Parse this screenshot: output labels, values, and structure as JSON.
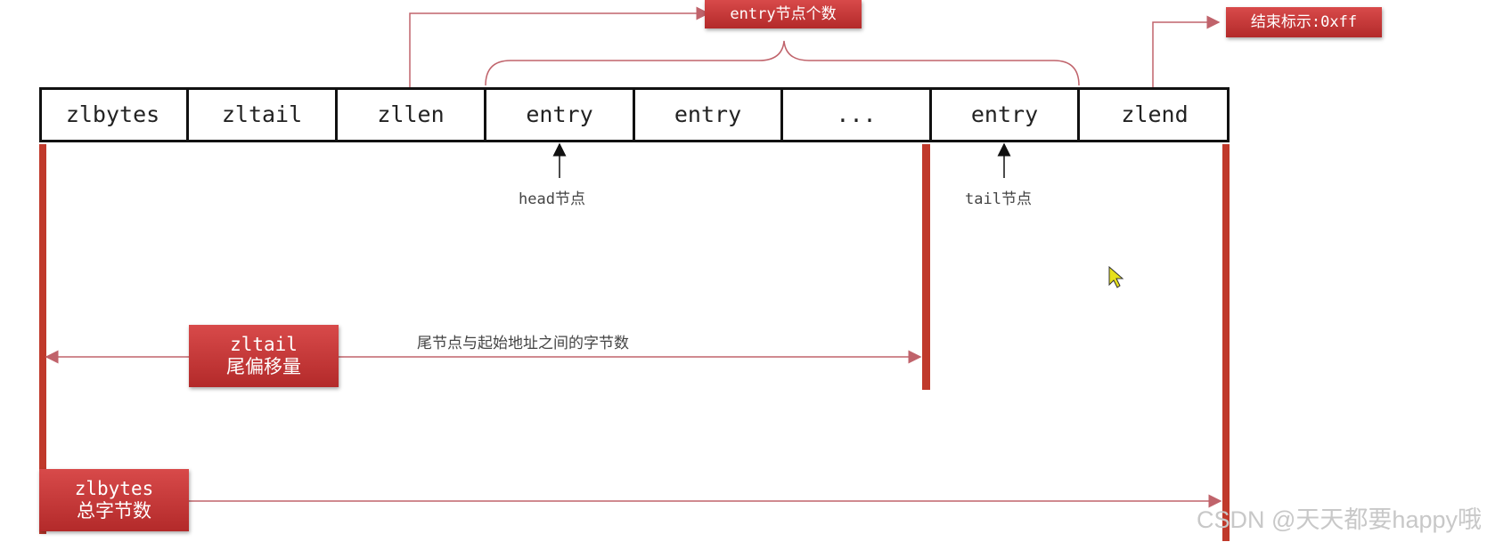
{
  "cells": [
    {
      "label": "zlbytes"
    },
    {
      "label": "zltail"
    },
    {
      "label": "zllen"
    },
    {
      "label": "entry"
    },
    {
      "label": "entry"
    },
    {
      "label": "..."
    },
    {
      "label": "entry"
    },
    {
      "label": "zlend"
    }
  ],
  "callouts": {
    "entry_count": "entry节点个数",
    "end_marker": "结束标示:0xff"
  },
  "pointers": {
    "head": "head节点",
    "tail": "tail节点"
  },
  "zltail_badge": {
    "line1": "zltail",
    "line2": "尾偏移量"
  },
  "zltail_desc": "尾节点与起始地址之间的字节数",
  "zlbytes_badge": {
    "line1": "zlbytes",
    "line2": "总字节数"
  },
  "watermark": "CSDN @天天都要happy哦",
  "colors": {
    "accent": "#c0392b",
    "line": "#c0636b",
    "border": "#111111"
  }
}
